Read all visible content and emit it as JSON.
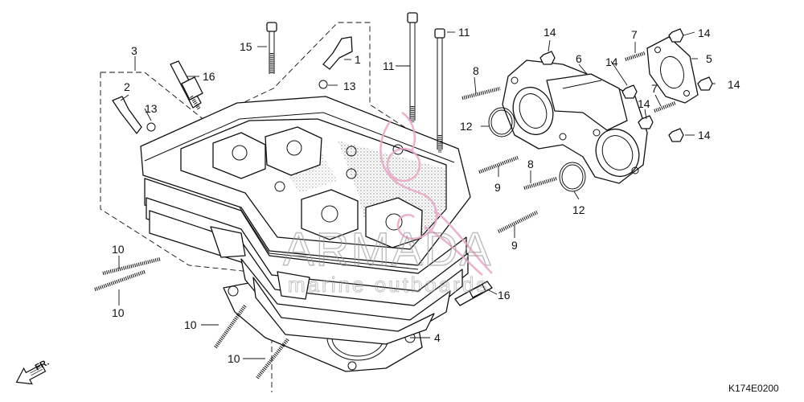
{
  "diagram_code": "K174E0200",
  "front_marker": "FR.",
  "watermark": {
    "main": "ARMADA",
    "sub": "marine outboards",
    "accent_color": "#e8a6c6"
  },
  "callouts": {
    "c1": "1",
    "c2": "2",
    "c3": "3",
    "c4": "4",
    "c5": "5",
    "c6": "6",
    "c7a": "7",
    "c7b": "7",
    "c8a": "8",
    "c8b": "8",
    "c9a": "9",
    "c9b": "9",
    "c10a": "10",
    "c10b": "10",
    "c10c": "10",
    "c10d": "10",
    "c11a": "11",
    "c11b": "11",
    "c12a": "12",
    "c12b": "12",
    "c13a": "13",
    "c13b": "13",
    "c14a": "14",
    "c14b": "14",
    "c14c": "14",
    "c14d": "14",
    "c14e": "14",
    "c14f": "14",
    "c15": "15",
    "c16a": "16",
    "c16b": "16"
  },
  "colors": {
    "line": "#111111",
    "stipple": "#555555",
    "watermark": "#9a9a9a"
  }
}
